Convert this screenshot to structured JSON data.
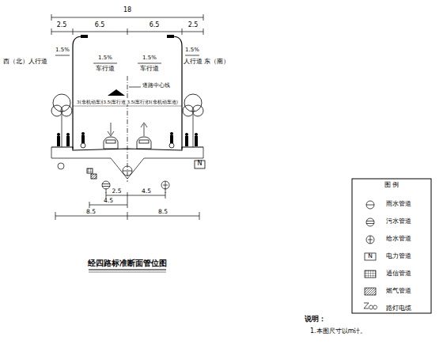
{
  "diagram": {
    "title": "经四路标准断面管位图",
    "labels": [
      "18",
      "2.5",
      "6.5",
      "6.5",
      "2.5",
      "1.5%",
      "1.5%",
      "1.5%",
      "1.5%",
      "西（北）人行道",
      "车行道",
      "车行道",
      "人行道 东（南）",
      "道路中心线",
      "3(非机动车道)",
      "3.5(车行道)",
      "3.5(车行道)",
      "3(非机动车道)",
      "N",
      "2.5",
      "4.5",
      "4.5",
      "8.5",
      "8.5",
      "图 例",
      "N",
      "说明：",
      "1.本图尺寸以m计。"
    ],
    "legend": [
      {
        "text": "雨水管道"
      },
      {
        "text": "污水管道"
      },
      {
        "text": "给水管道"
      },
      {
        "text": "电力管道"
      },
      {
        "text": "通信管道"
      },
      {
        "text": "燃气管道"
      },
      {
        "text": "路灯电缆"
      }
    ]
  }
}
